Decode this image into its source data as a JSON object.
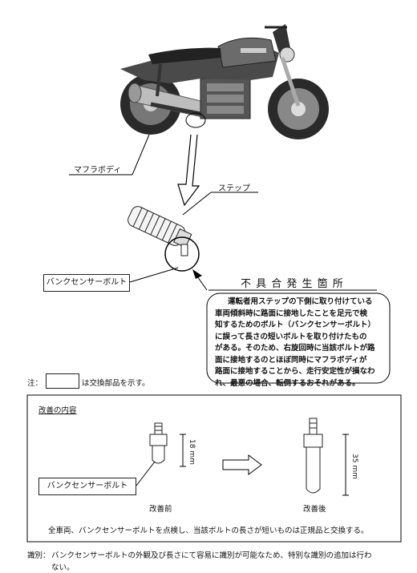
{
  "labels": {
    "muffler_body": "マフラボディ",
    "step": "ステップ",
    "bank_sensor_bolt": "バンクセンサーボルト",
    "defect_location": "不 具 合 発 生 箇 所",
    "bank_sensor_bolt_2": "バンクセンサーボルト"
  },
  "callout_lines": [
    "運転者用ステップの下側に取り付けている",
    "車両傾斜時に路面に接地したことを足元で検",
    "知するためのボルト（バンクセンサーボルト）",
    "に誤って長さの短いボルトを取り付けたもの",
    "がある。そのため、右旋回時に当該ボルトが路",
    "面に接地するのとほぼ同時にマフラボディが",
    "路面に接地することから、走行安定性が損なわ",
    "れ、最悪の場合、転倒するおそれがある。"
  ],
  "note": {
    "prefix": "注：",
    "suffix": "は交換部品を示す。"
  },
  "improvement": {
    "title": "改善の内容",
    "before_length": "18 mm",
    "after_length": "35 mm",
    "before_label": "改善前",
    "after_label": "改善後",
    "action": "全車両、バンクセンサーボルトを点検し、当該ボルトの長さが短いものは正規品と交換する。"
  },
  "identification": {
    "label": "識別：",
    "text_line1": "バンクセンサーボルトの外観及び長さにて容易に識別が可能なため、特別な識別の追加は行わ",
    "text_line2": "ない。"
  }
}
